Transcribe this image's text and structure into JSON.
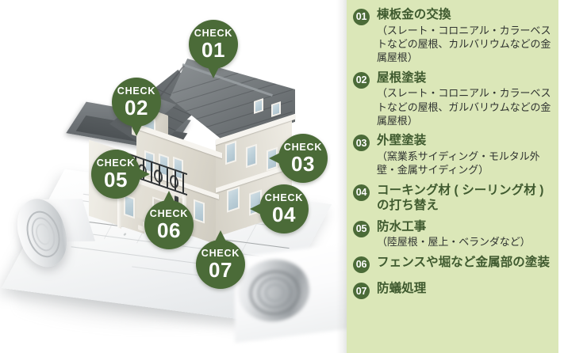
{
  "illustration": {
    "alt_name": "house-inspection-illustration",
    "scene": "3D two-story house on rolled blueprint",
    "badge_label": "CHECK",
    "badges": [
      {
        "id": "01",
        "label": "CHECK",
        "number": "01",
        "target": "roof-ridge",
        "tail": "down"
      },
      {
        "id": "02",
        "label": "CHECK",
        "number": "02",
        "target": "roof-surface",
        "tail": "down"
      },
      {
        "id": "03",
        "label": "CHECK",
        "number": "03",
        "target": "exterior-wall-upper",
        "tail": "left"
      },
      {
        "id": "04",
        "label": "CHECK",
        "number": "04",
        "target": "exterior-wall-joint",
        "tail": "left"
      },
      {
        "id": "05",
        "label": "CHECK",
        "number": "05",
        "target": "balcony",
        "tail": "right"
      },
      {
        "id": "06",
        "label": "CHECK",
        "number": "06",
        "target": "fence-metal",
        "tail": "up"
      },
      {
        "id": "07",
        "label": "CHECK",
        "number": "07",
        "target": "foundation-ground",
        "tail": "up"
      }
    ]
  },
  "panel": {
    "background_color": "#dbe7b8",
    "accent_color": "#4b6b38",
    "title_color": "#3f5a2f",
    "items": [
      {
        "number": "01",
        "title": "棟板金の交換",
        "sub": "（スレート・コロニアル・カラーベストなどの屋根、カルバリウムなどの金属屋根）"
      },
      {
        "number": "02",
        "title": "屋根塗装",
        "sub": "（スレート・コロニアル・カラーベストなどの屋根、ガルバリウムなどの金属屋根）"
      },
      {
        "number": "03",
        "title": "外壁塗装",
        "sub": "（窯業系サイディング・モルタル外壁・金属サイディング）"
      },
      {
        "number": "04",
        "title": "コーキング材 ( シーリング材 )の打ち替え",
        "sub": ""
      },
      {
        "number": "05",
        "title": "防水工事",
        "sub": "（陸屋根・屋上・ベランダなど）"
      },
      {
        "number": "06",
        "title": "フェンスや堀など金属部の塗装",
        "sub": ""
      },
      {
        "number": "07",
        "title": "防蟻処理",
        "sub": ""
      }
    ]
  }
}
